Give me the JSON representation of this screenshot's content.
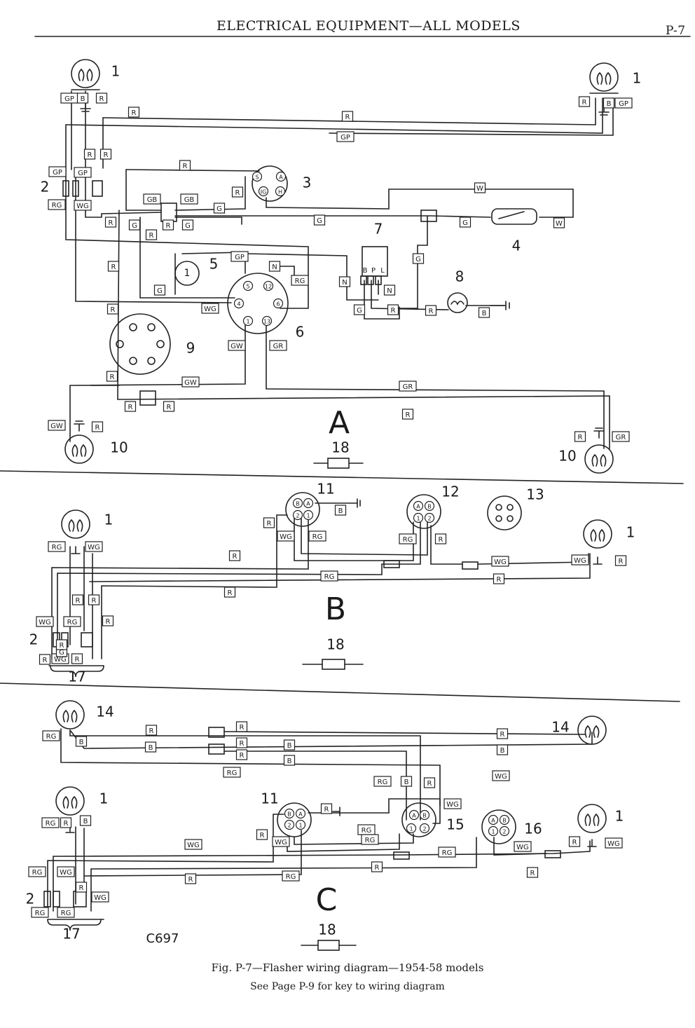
{
  "header": {
    "title": "ELECTRICAL EQUIPMENT—ALL MODELS",
    "page": "P-7"
  },
  "caption": {
    "line1": "Fig. P-7—Flasher wiring diagram—1954-58 models",
    "line2": "See Page P-9 for key to wiring diagram"
  },
  "drawing_code": "C697",
  "panels": {
    "a": {
      "letter": "A",
      "numbers": [
        "1",
        "1",
        "2",
        "3",
        "4",
        "5",
        "6",
        "7",
        "8",
        "9",
        "10",
        "10",
        "18"
      ],
      "wire_tags": [
        "GP",
        "B",
        "R",
        "R",
        "B",
        "GP",
        "R",
        "R",
        "GP",
        "R",
        "R",
        "GP",
        "GP",
        "RG",
        "WG",
        "R",
        "GB",
        "GB",
        "R",
        "R",
        "G",
        "R",
        "G",
        "G",
        "G",
        "W",
        "W",
        "R",
        "G",
        "GP",
        "N",
        "RG",
        "R",
        "G",
        "WG",
        "N",
        "N",
        "G",
        "R",
        "R",
        "B",
        "G",
        "R",
        "GW",
        "GR",
        "R",
        "GW",
        "GR",
        "R",
        "R",
        "R",
        "GW",
        "R",
        "R",
        "GR"
      ],
      "switch_terms": [
        "S",
        "A",
        "IG",
        "H"
      ],
      "unit_terms": [
        "5",
        "12",
        "4",
        "6",
        "1",
        "13"
      ],
      "flasher_terms": [
        "B",
        "P",
        "L"
      ]
    },
    "b": {
      "letter": "B",
      "numbers": [
        "1",
        "1",
        "2",
        "11",
        "12",
        "13",
        "17",
        "18"
      ],
      "wire_tags": [
        "B",
        "R",
        "WG",
        "RG",
        "RG",
        "WG",
        "R",
        "RG",
        "R",
        "RG",
        "R",
        "WG",
        "R",
        "WG",
        "R",
        "R",
        "R",
        "R",
        "WG",
        "RG",
        "R",
        "WG",
        "R",
        "G",
        "R"
      ],
      "sw11_terms": [
        "B",
        "A",
        "2",
        "1"
      ],
      "sw12_terms": [
        "A",
        "B",
        "1",
        "2"
      ]
    },
    "c": {
      "letter": "C",
      "numbers": [
        "14",
        "14",
        "1",
        "1",
        "2",
        "11",
        "15",
        "16",
        "17",
        "18"
      ],
      "wire_tags": [
        "RG",
        "R",
        "B",
        "R",
        "R",
        "B",
        "R",
        "B",
        "B",
        "R",
        "B",
        "RG",
        "RG",
        "B",
        "R",
        "WG",
        "WG",
        "RG",
        "R",
        "B",
        "R",
        "R",
        "WG",
        "RG",
        "RG",
        "WG",
        "RG",
        "R",
        "RG",
        "WG",
        "R",
        "R",
        "WG",
        "RG",
        "R",
        "WG",
        "RG",
        "R",
        "WG",
        "RG"
      ],
      "sw11_terms": [
        "B",
        "A",
        "2",
        "1"
      ],
      "sw15_terms": [
        "A",
        "B",
        "1",
        "2"
      ],
      "sw16_terms": [
        "A",
        "B",
        "1",
        "2"
      ]
    }
  }
}
